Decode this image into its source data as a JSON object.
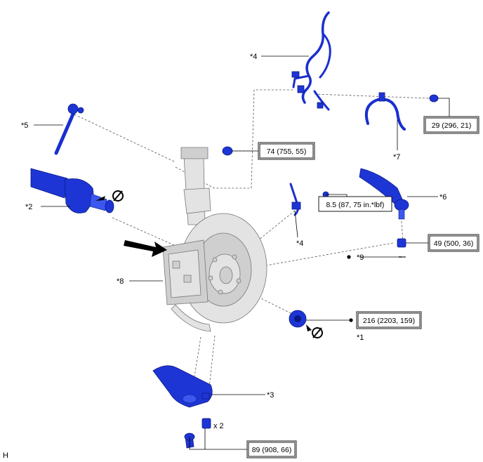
{
  "corner_label": "H",
  "parts": {
    "p1": "*1",
    "p2": "*2",
    "p3": "*3",
    "p4a": "*4",
    "p4b": "*4",
    "p5": "*5",
    "p6": "*6",
    "p7": "*7",
    "p8": "*8",
    "p9": "*9"
  },
  "torques": {
    "t29": "29 (296, 21)",
    "t74": "74 (755, 55)",
    "t85": "8.5 (87, 75 in.*lbf)",
    "t49": "49 (500, 36)",
    "t216": "216 (2203, 159)",
    "t89": "89 (908, 66)"
  },
  "quantity": "x 2",
  "colors": {
    "part_blue": "#1e35d6",
    "assembly_grey": "#e3e3e3",
    "line": "#000000"
  },
  "icons": [
    "no-reuse-icon",
    "no-reuse-icon",
    "front-arrow-icon",
    "bullet-dot-icon"
  ]
}
